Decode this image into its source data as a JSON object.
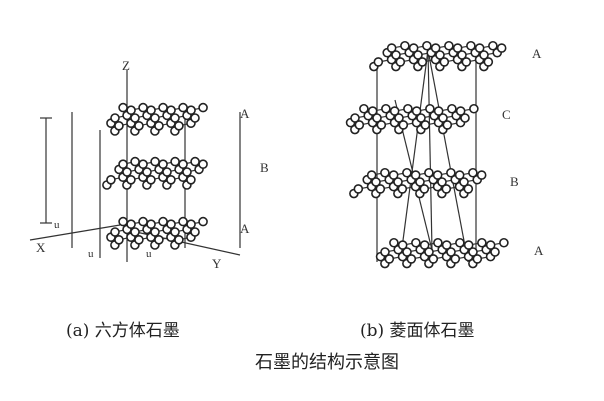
{
  "diagram_a": {
    "axis_labels": {
      "z": "Z",
      "x": "X",
      "y": "Y"
    },
    "layer_labels": [
      "A",
      "B",
      "A"
    ],
    "lattice_labels": [
      "u",
      "u",
      "u"
    ],
    "caption": "(a) 六方体石墨"
  },
  "diagram_b": {
    "layer_labels": [
      "A",
      "C",
      "B",
      "A"
    ],
    "caption": "(b) 菱面体石墨"
  },
  "title": "石墨的结构示意图"
}
